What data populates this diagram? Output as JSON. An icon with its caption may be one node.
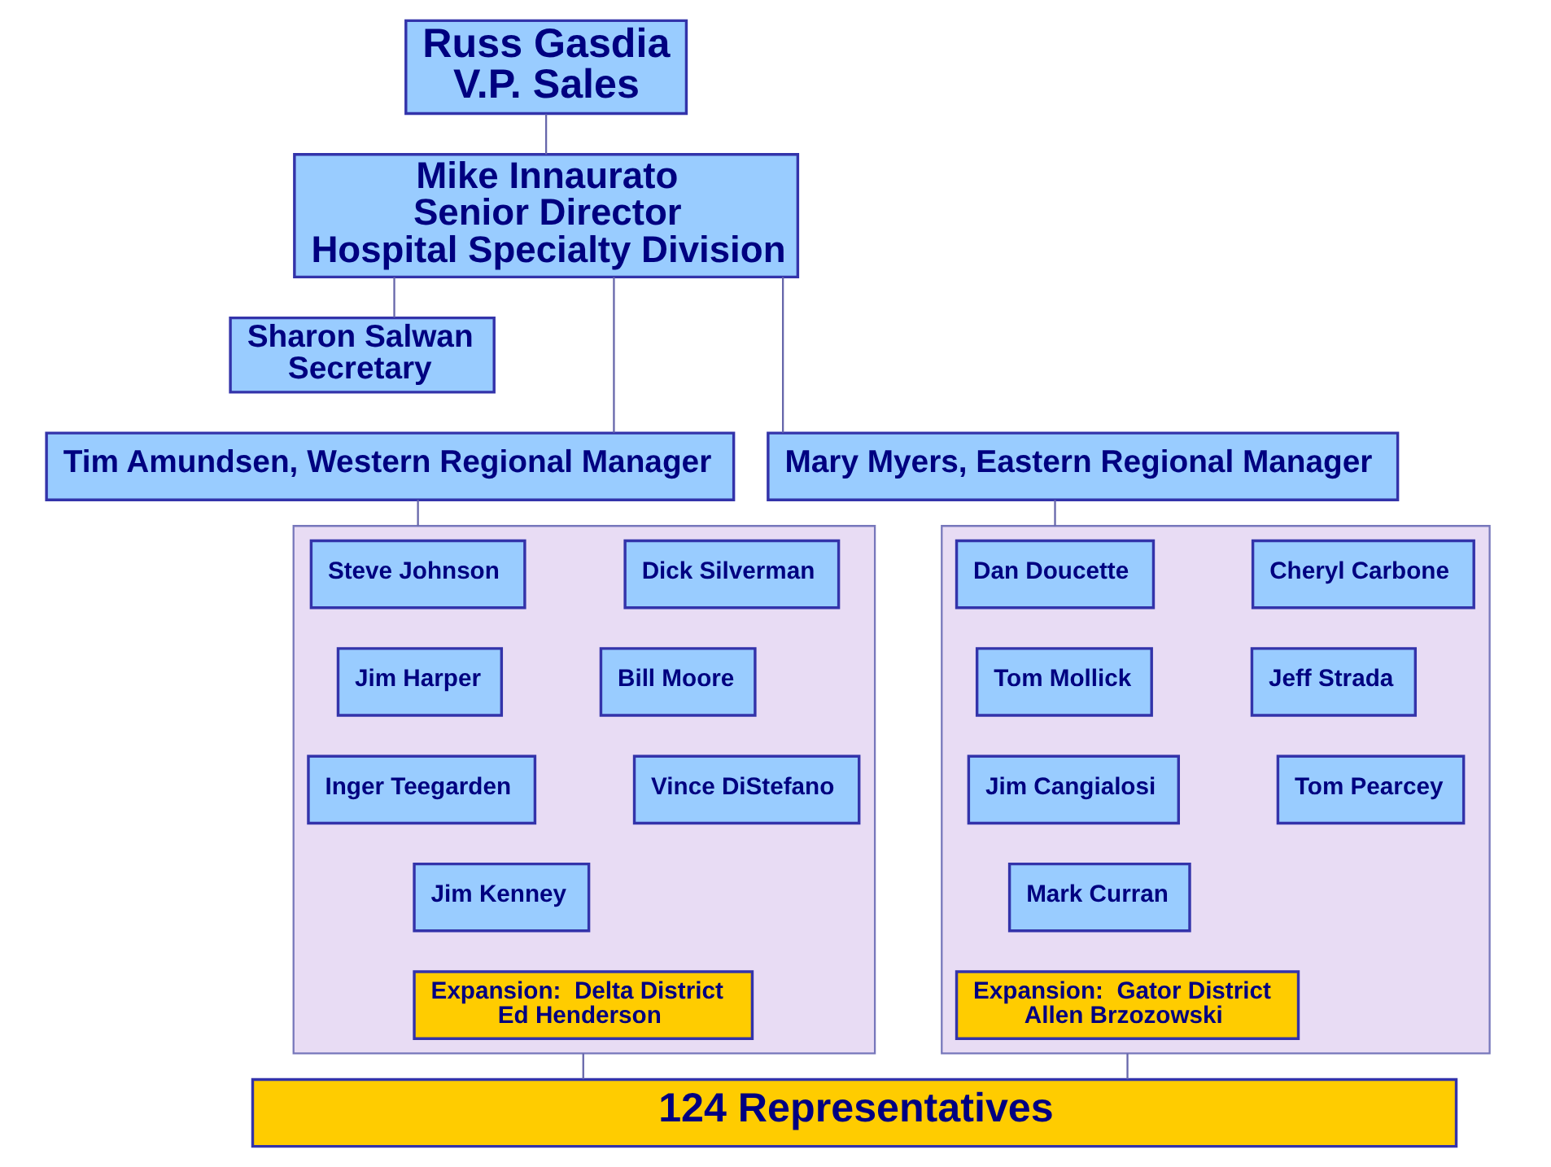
{
  "diagram": {
    "nodes": [
      {
        "text": [
          "Russ Gasdia",
          "V.P. Sales"
        ]
      },
      {
        "text": [
          "Mike Innaurato",
          "Senior Director",
          "Hospital Specialty Division"
        ]
      },
      {
        "text": [
          "Sharon Salwan",
          "Secretary"
        ]
      },
      {
        "text": [
          "Tim Amundsen, Western Regional Manager"
        ]
      },
      {
        "text": [
          "Mary Myers, Eastern Regional Manager"
        ]
      },
      {
        "text": [],
        "shape": "box"
      },
      {
        "text": [
          "Steve Johnson"
        ],
        "in": 5
      },
      {
        "text": [
          "Dick Silverman"
        ],
        "in": 5
      },
      {
        "text": [
          "Jim Harper"
        ],
        "in": 5
      },
      {
        "text": [
          "Bill Moore"
        ],
        "in": 5
      },
      {
        "text": [
          "Inger Teegarden"
        ],
        "in": 5
      },
      {
        "text": [
          "Vince DiStefano"
        ],
        "in": 5
      },
      {
        "text": [
          "Jim Kenney"
        ],
        "in": 5
      },
      {
        "text": [
          "Expansion:  Delta District",
          "Ed Henderson"
        ],
        "in": 5
      },
      {
        "text": [],
        "shape": "box"
      },
      {
        "text": [
          "Dan Doucette"
        ],
        "in": 14
      },
      {
        "text": [
          "Cheryl Carbone"
        ],
        "in": 14
      },
      {
        "text": [
          "Tom Mollick"
        ],
        "in": 14
      },
      {
        "text": [
          "Jeff Strada"
        ],
        "in": 14
      },
      {
        "text": [
          "Jim Cangialosi"
        ],
        "in": 14
      },
      {
        "text": [
          "Tom Pearcey"
        ],
        "in": 14
      },
      {
        "text": [
          "Mark Curran"
        ],
        "in": 14
      },
      {
        "text": [
          "Expansion:  Gator District",
          "Allen Brzozowski"
        ],
        "in": 14
      },
      {
        "text": [
          "124 Representatives"
        ]
      }
    ],
    "edges": [
      {
        "from": 0,
        "to": 1,
        "arrow": "none"
      },
      {
        "from": 1,
        "to": 2,
        "arrow": "none"
      },
      {
        "from": 1,
        "to": 3,
        "arrow": "none"
      },
      {
        "from": 1,
        "to": 4,
        "arrow": "none"
      },
      {
        "from": 3,
        "to": 5,
        "arrow": "none"
      },
      {
        "from": 4,
        "to": 14,
        "arrow": "none"
      },
      {
        "from": 5,
        "to": 23,
        "arrow": "none"
      },
      {
        "from": 14,
        "to": 23,
        "arrow": "none"
      }
    ]
  }
}
